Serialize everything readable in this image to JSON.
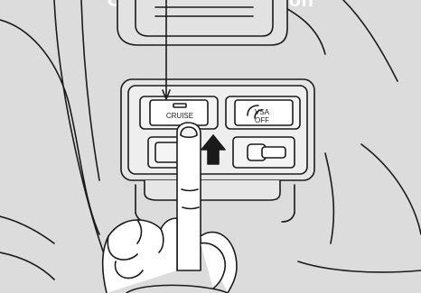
{
  "caption": {
    "text": "CRUISE MAIN button"
  },
  "buttons": {
    "cruise_label": "CRUISE",
    "vsa_label_line1": "VSA",
    "vsa_label_line2": "OFF"
  },
  "colors": {
    "background": "#dcdcdc",
    "line": "#1a1a1a",
    "panel_fill": "#e6e6e6",
    "button_fill": "#f4f4f4"
  }
}
